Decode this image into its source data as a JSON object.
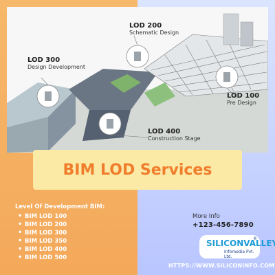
{
  "hero": {
    "callouts": [
      {
        "title": "LOD 200",
        "subtitle": "Schematic Design"
      },
      {
        "title": "LOD 300",
        "subtitle": "Design Development"
      },
      {
        "title": "LOD 100",
        "subtitle": "Pre Design"
      },
      {
        "title": "LOD 400",
        "subtitle": "Construction Stage"
      }
    ]
  },
  "title": "BIM LOD Services",
  "services": {
    "heading": "Level Of Development BIM:",
    "items": [
      "BIM LOD 100",
      "BIM LOD 200",
      "BIM LOD 300",
      "BIM LOD 350",
      "BIM LOD 400",
      "BIM LOD 500"
    ]
  },
  "contact": {
    "more_info": "More Info",
    "phone": "+123-456-7890",
    "website": "HTTPS://WWW.SILICONINFO.COM"
  },
  "logo": {
    "text": "SILICONVALLEY",
    "subtext": "Infomedia Pvt. Ltd.",
    "registered": "®"
  },
  "colors": {
    "orange": "#f4a85a",
    "blue": "#c8d3ff",
    "title": "#f07d2b",
    "title_bg": "#fbe9a6"
  }
}
